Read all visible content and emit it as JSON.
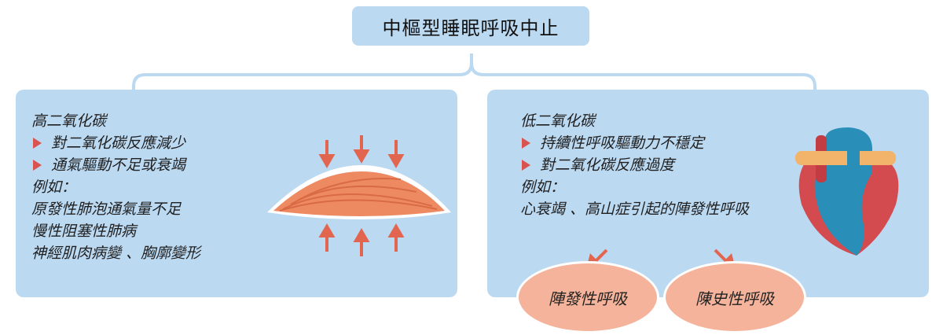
{
  "title": "中樞型睡眠呼吸中止",
  "left_panel": {
    "heading": "高二氧化碳",
    "bullets": [
      "對二氧化碳反應減少",
      "通氣驅動不足或衰竭"
    ],
    "example_label": "例如：",
    "examples": [
      "原發性肺泡通氣量不足",
      "慢性阻塞性肺病",
      "神經肌肉病變 、胸廓變形"
    ]
  },
  "right_panel": {
    "heading": "低二氧化碳",
    "bullets": [
      "持續性呼吸驅動力不穩定",
      "對二氧化碳反應過度"
    ],
    "example_label": "例如：",
    "examples": [
      "心衰竭 、高山症引起的陣發性呼吸"
    ],
    "outcomes": [
      "陣發性呼吸",
      "陳史性呼吸"
    ]
  },
  "colors": {
    "panel_bg": "#bcd9f2",
    "bullet_red": "#d9534f",
    "arrow_red": "#e2664f",
    "oval_fill": "#f4b39a",
    "muscle_fill": "#ee8a62"
  },
  "icons": [
    "muscle-illustration",
    "heart-illustration",
    "compression-arrow-icon"
  ]
}
